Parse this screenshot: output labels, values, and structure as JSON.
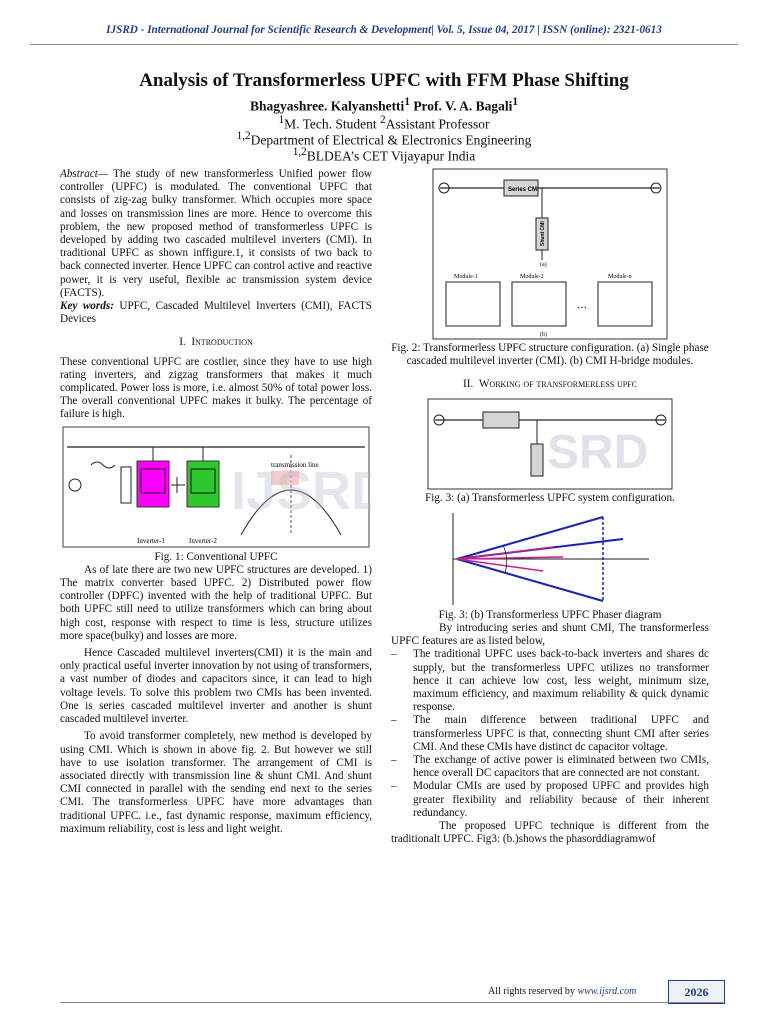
{
  "header": {
    "journal": "IJSRD - International Journal for Scientific Research & Development| Vol. 5, Issue 04, 2017 | ISSN (online): 2321-0613"
  },
  "title": "Analysis of Transformerless UPFC with FFM Phase Shifting",
  "authors": {
    "author1": "Bhagyashree. Kalyanshetti",
    "author1_sup": "1",
    "author2": " Prof. V. A. Bagali",
    "author2_sup": "1"
  },
  "affiliations": {
    "line1_sup1": "1",
    "line1_a": "M. Tech. Student ",
    "line1_sup2": "2",
    "line1_b": "Assistant Professor",
    "line2_sup": "1,2",
    "line2": "Department of Electrical & Electronics Engineering",
    "line3_sup": "1,2",
    "line3": "BLDEA’s CET Vijayapur India"
  },
  "abstract": {
    "label": "Abstract—",
    "text": " The study of new transformerless Unified power flow controller (UPFC) is modulated. The conventional UPFC that consists of zig-zag bulky transformer. Which occupies more space and losses on transmission lines are more. Hence to overcome this problem, the new proposed method of transformerless UPFC is developed by adding two cascaded multilevel inverters (CMI). In traditional UPFC as shown inffigure.1, it consists of two back to back connected inverter. Hence UPFC can control active and reactive power, it is very useful, flexible ac transmission system device (FACTS)."
  },
  "keywords": {
    "label": "Key words:",
    "text": " UPFC, Cascaded Multilevel Inverters (CMI), FACTS Devices"
  },
  "sections": {
    "intro_num": "I.",
    "intro_title": "Introduction",
    "working_num": "II.",
    "working_title": "Working of transformerless upfc"
  },
  "intro": {
    "p1": "These conventional UPFC are costlier, since they have to use high rating inverters, and zigzag transformers that makes it much complicated. Power loss is more, i.e. almost 50% of total power loss. The overall conventional UPFC makes it bulky. The percentage of failure is high.",
    "p2": "As of late there are two new UPFC structures are developed. 1) The matrix converter based UPFC. 2) Distributed power flow controller (DPFC) invented with the help of traditional UPFC. But both UPFC still need to utilize transformers which can bring about high cost, response with respect to time is less, structure utilizes more space(bulky) and losses are more.",
    "p3": "Hence Cascaded multilevel inverters(CMI) it is the main and only practical useful inverter innovation by not using of transformers, a vast number of diodes and capacitors since, it can lead to high voltage levels. To solve this problem two CMIs has been invented. One is series cascaded multilevel inverter and another is shunt cascaded multilevel inverter.",
    "p4": "To avoid transformer completely, new method is developed by using CMI. Which is shown in above fig. 2. But however we still have to use isolation transformer. The arrangement of CMI is associated directly with transmission line &  shunt CMI.  And shunt CMI connected in parallel with the sending end next to the series CMI. The transformerless UPFC have more advantages than traditional UPFC. i.e., fast dynamic response, maximum efficiency, maximum reliability, cost is less and light weight."
  },
  "figures": {
    "fig1_caption": "Fig. 1: Conventional UPFC",
    "fig1_inv1": "Inverter-1",
    "fig1_inv2": "Inverter-2",
    "fig1_line": "transmission line",
    "fig2_caption": "Fig. 2: Transformerless UPFC structure configuration. (a) Single phase cascaded multilevel inverter (CMI). (b) CMI H-bridge modules.",
    "fig2_series": "Series CMI",
    "fig2_shunt": "Shunt CMI",
    "fig2_label_a": "(a)",
    "fig2_label_b": "(b)",
    "fig2_mod1": "Module-1",
    "fig2_mod2": "Module-2",
    "fig2_modn": "Module-n",
    "fig3a_caption": "Fig. 3: (a) Transformerless UPFC system configuration.",
    "fig3b_caption": "Fig. 3: (b) Transformerless UPFC Phaser diagram"
  },
  "right": {
    "p1": "By introducing series and shunt CMI, The transformerless UPFC features are as listed below,",
    "bullet_mark": "–",
    "bullets": [
      "The traditional UPFC uses back-to-back inverters and shares dc supply, but the transformerless UPFC utilizes no transformer hence it can achieve low cost, less weight, minimum size, maximum efficiency, and maximum reliability & quick dynamic response.",
      "The main difference between traditional UPFC and transformerless UPFC is that, connecting shunt CMI after series CMI. And these CMIs have distinct dc capacitor voltage.",
      "The exchange of active power is eliminated between two CMIs, hence overall DC capacitors that are connected are not constant.",
      "Modular CMIs are used by proposed UPFC and provides high greater flexibility and reliability because of their inherent redundancy."
    ],
    "p2": "The proposed UPFC technique is different from the traditionalt UPFC. Fig3: (b.)shows the phasorddiagramwof"
  },
  "footer": {
    "text": "All rights reserved by ",
    "site": "www.ijsrd.com",
    "page": "2026"
  }
}
